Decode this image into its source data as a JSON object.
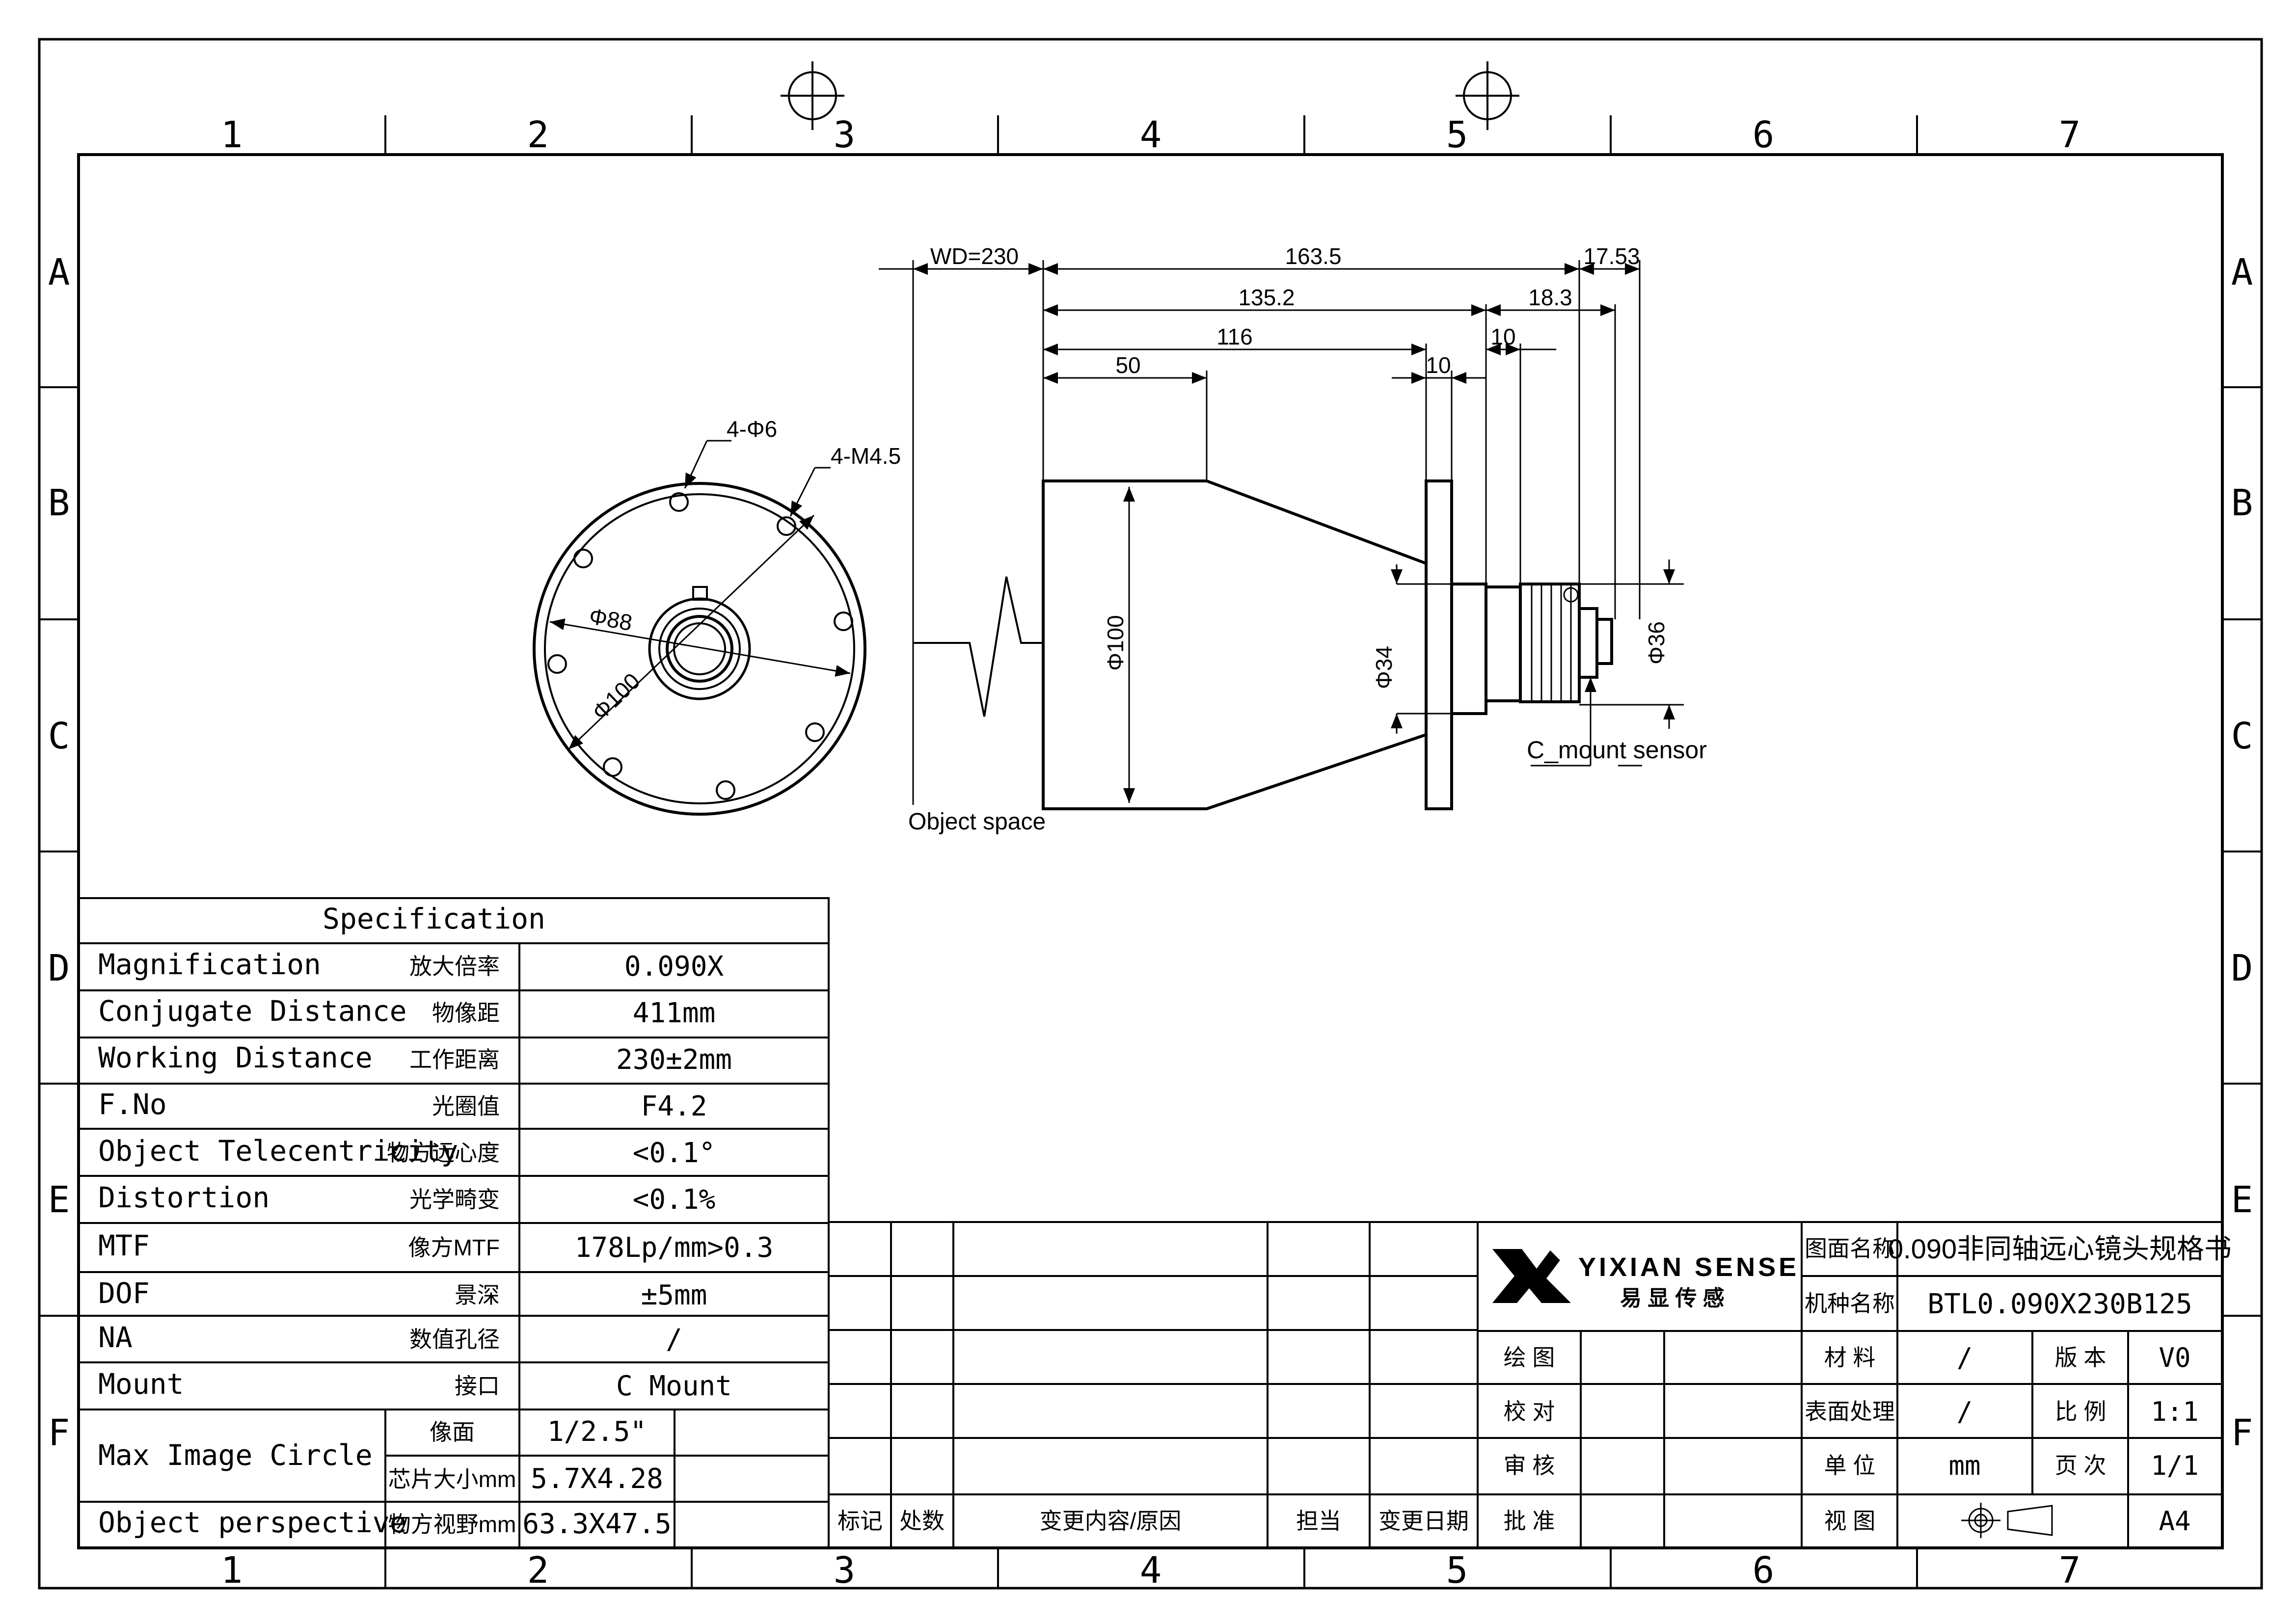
{
  "frame": {
    "columns": [
      "1",
      "2",
      "3",
      "4",
      "5",
      "6",
      "7"
    ],
    "rows": [
      "A",
      "B",
      "C",
      "D",
      "E",
      "F"
    ]
  },
  "drawing": {
    "dims": {
      "wd": "WD=230",
      "d163": "163.5",
      "d17": "17.53",
      "d135": "135.2",
      "d18": "18.3",
      "d116": "116",
      "d10a": "10",
      "d10b": "10",
      "d50": "50",
      "holes": "4-Φ6",
      "mthread": "4-M4.5",
      "phi88": "Φ88",
      "phi100a": "Φ100",
      "phi100b": "Φ100",
      "phi34": "Φ34",
      "phi36": "Φ36"
    },
    "labels": {
      "object_space": "Object space",
      "c_mount_sensor": "C_mount sensor"
    }
  },
  "spec": {
    "title": "Specification",
    "rows": [
      {
        "en": "Magnification",
        "cn": "放大倍率",
        "value": "0.090X"
      },
      {
        "en": "Conjugate Distance",
        "cn": "物像距",
        "value": "411mm"
      },
      {
        "en": "Working Distance",
        "cn": "工作距离",
        "value": "230±2mm"
      },
      {
        "en": "F.No",
        "cn": "光圈值",
        "value": "F4.2"
      },
      {
        "en": "Object Telecentricity",
        "cn": "物方远心度",
        "value": "<0.1°"
      },
      {
        "en": "Distortion",
        "cn": "光学畸变",
        "value": "<0.1%"
      },
      {
        "en": "MTF",
        "cn": "像方MTF",
        "value": "178Lp/mm>0.3"
      },
      {
        "en": "DOF",
        "cn": "景深",
        "value": "±5mm"
      },
      {
        "en": "NA",
        "cn": "数值孔径",
        "value": "/"
      },
      {
        "en": "Mount",
        "cn": "接口",
        "value": "C Mount"
      }
    ],
    "max_circle": {
      "label": "Max Image Circle",
      "sub1": "像面",
      "val1": "1/2.5\"",
      "sub2": "芯片大小mm",
      "val2": "5.7X4.28"
    },
    "perspective": {
      "label": "Object perspective",
      "cn": "物方视野mm",
      "value": "63.3X47.5"
    }
  },
  "titleblock": {
    "rev_headers": [
      "标记",
      "处数",
      "变更内容/原因",
      "担当",
      "变更日期"
    ],
    "company_en": "YIXIAN SENSE",
    "company_cn": "易 显 传 感",
    "drawing_name_label": "图面名称",
    "drawing_name": "0.090非同轴远心镜头规格书",
    "model_label": "机种名称",
    "model": "BTL0.090X230B125",
    "sign_labels": [
      "绘 图",
      "校 对",
      "审 核",
      "批 准"
    ],
    "props": [
      {
        "label": "材 料",
        "value": "/",
        "label2": "版 本",
        "value2": "V0"
      },
      {
        "label": "表面处理",
        "value": "/",
        "label2": "比 例",
        "value2": "1:1"
      },
      {
        "label": "单 位",
        "value": "mm",
        "label2": "页 次",
        "value2": "1/1"
      },
      {
        "label": "视 图",
        "value": "",
        "label2": "",
        "value2": "A4"
      }
    ]
  }
}
